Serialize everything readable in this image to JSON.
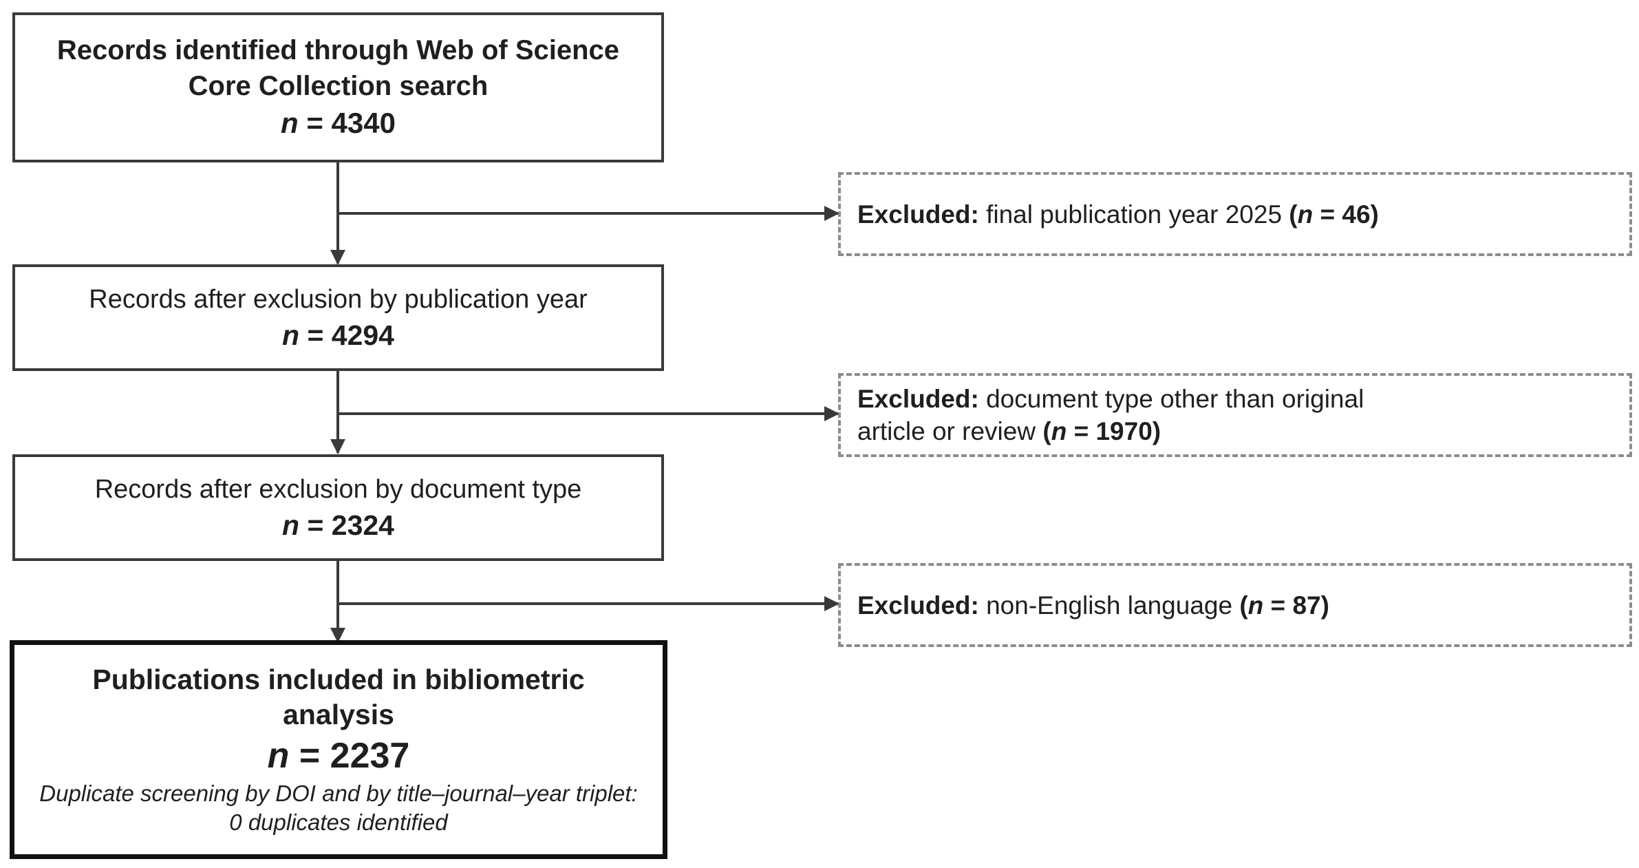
{
  "flow": {
    "identified": {
      "title": "Records identified through Web of Science Core Collection search",
      "n_label": "n",
      "n_eq": " = 4340",
      "n": 4340
    },
    "after_year": {
      "title": "Records after exclusion by publication year",
      "n_label": "n",
      "n_eq": " = 4294",
      "n": 4294
    },
    "after_doctype": {
      "title": "Records after exclusion by document type",
      "n_label": "n",
      "n_eq": " = 2324",
      "n": 2324
    },
    "included": {
      "title": "Publications included in bibliometric analysis",
      "n_label": "n",
      "n_eq": " = 2237",
      "n": 2237,
      "note": "Duplicate screening by DOI and by title–journal–year triplet: 0 duplicates identified"
    }
  },
  "exclusions": [
    {
      "prefix": "Excluded:",
      "reason": " final publication year 2025 ",
      "open": "(",
      "n_label": "n",
      "n_eq": " = 46)",
      "n": 46
    },
    {
      "prefix": "Excluded:",
      "reason_line1": " document type other than original",
      "reason_line2": "article or review ",
      "open": "(",
      "n_label": "n",
      "n_eq": " = 1970)",
      "n": 1970
    },
    {
      "prefix": "Excluded:",
      "reason": " non-English language ",
      "open": "(",
      "n_label": "n",
      "n_eq": " = 87)",
      "n": 87
    }
  ],
  "colors": {
    "main_border": "#3a3a3a",
    "final_border": "#111111",
    "excluded_border": "#8c8c8c",
    "connector": "#3a3a3a"
  }
}
